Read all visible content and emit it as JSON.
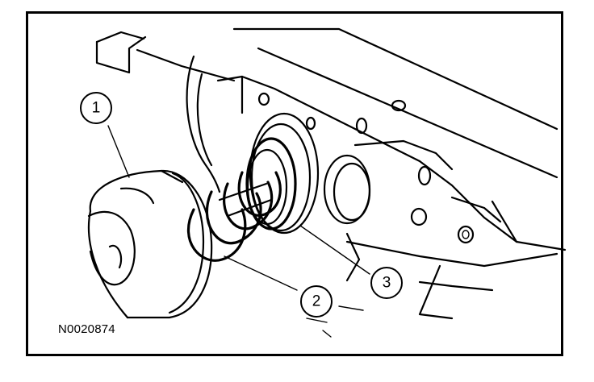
{
  "figure": {
    "id": "N0020874",
    "callouts": [
      {
        "number": "1"
      },
      {
        "number": "2"
      },
      {
        "number": "3"
      }
    ]
  }
}
